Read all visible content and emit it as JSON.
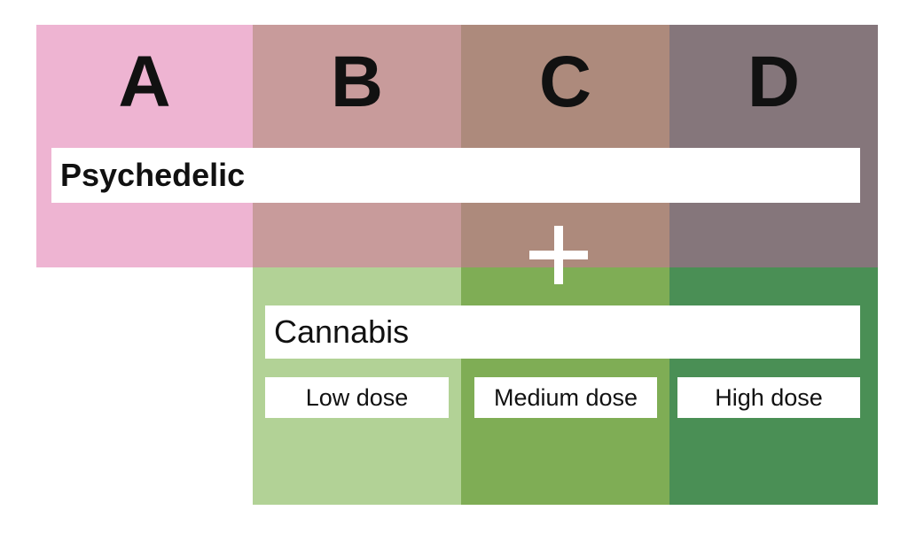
{
  "columns": [
    {
      "letter": "A",
      "psychedelic_color": "#eeb4d2"
    },
    {
      "letter": "B",
      "psychedelic_color": "#c89b9b",
      "cannabis_color": "#b2d296"
    },
    {
      "letter": "C",
      "psychedelic_color": "#ad8a7c",
      "cannabis_color": "#7fad55"
    },
    {
      "letter": "D",
      "psychedelic_color": "#85767b",
      "cannabis_color": "#4a8f55"
    }
  ],
  "psychedelic": {
    "label": "Psychedelic"
  },
  "cannabis": {
    "label": "Cannabis",
    "doses": [
      "Low dose",
      "Medium dose",
      "High dose"
    ]
  },
  "plus": {
    "icon": "plus-icon"
  }
}
